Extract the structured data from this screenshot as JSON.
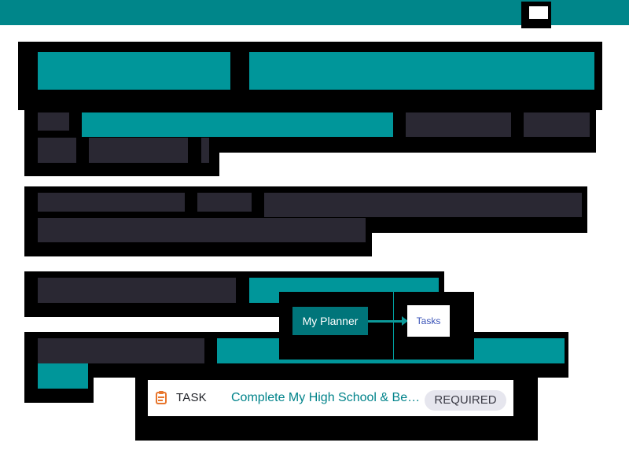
{
  "callout": {
    "planner_label": "My Planner",
    "tasks_label": "Tasks"
  },
  "task_item": {
    "icon": "clipboard-icon",
    "type_label": "TASK",
    "title": "Complete My High School & Be…",
    "badge": "REQUIRED"
  },
  "colors": {
    "header_bg": "#00868a",
    "teal_accent": "#00969a",
    "planner_pill_bg": "#00757a",
    "task_title": "#00838a",
    "task_icon": "#e8762d",
    "tasks_link": "#3a53b8"
  }
}
